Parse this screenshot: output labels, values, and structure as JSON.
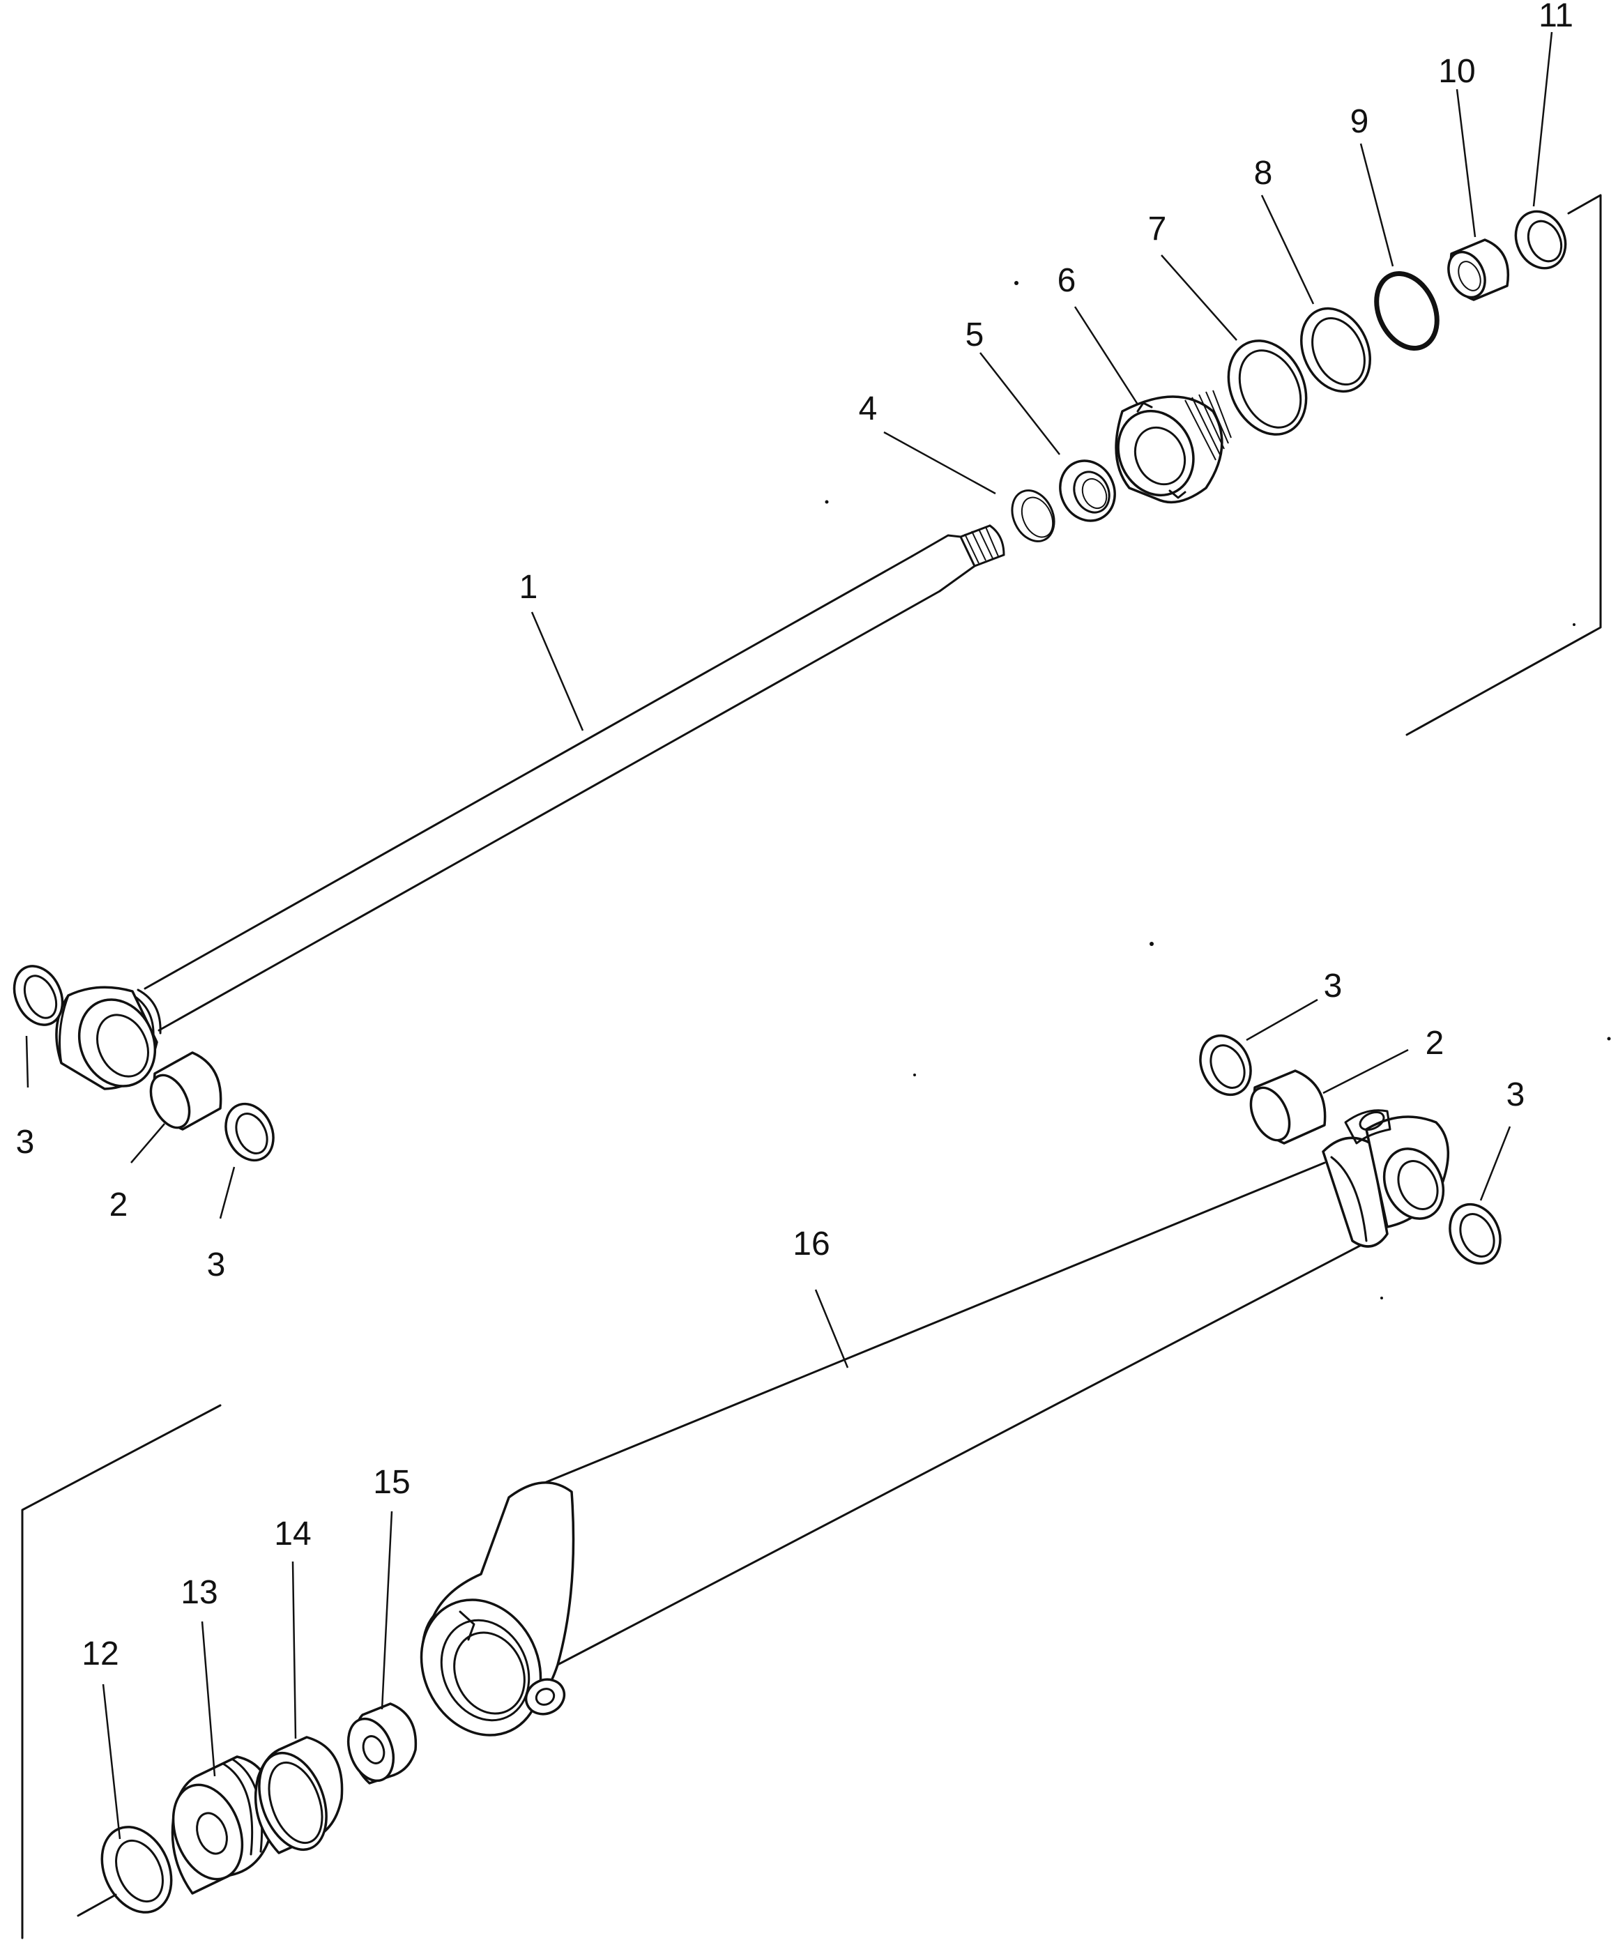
{
  "labels": {
    "p1": "1",
    "p2_upper_left": "2",
    "p2_right": "2",
    "p3_far_left": "3",
    "p3_lower_left": "3",
    "p3_upper_right": "3",
    "p3_far_right": "3",
    "p4": "4",
    "p5": "5",
    "p6": "6",
    "p7": "7",
    "p8": "8",
    "p9": "9",
    "p10": "10",
    "p11": "11",
    "p12": "12",
    "p13": "13",
    "p14": "14",
    "p15": "15",
    "p16": "16"
  }
}
